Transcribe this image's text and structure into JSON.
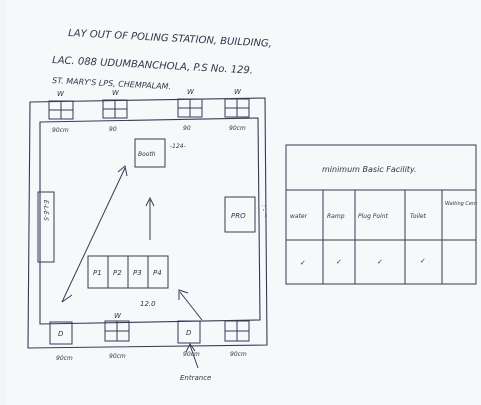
{
  "heading": {
    "line1": "LAY OUT OF POLING STATION, BUILDING,",
    "line2": "LAC. 088 UDUMBANCHOLA, P.S No. 129.",
    "line3": "ST. MARY'S LPS, CHEMPALAM."
  },
  "plan": {
    "windows_top": [
      "W",
      "W",
      "W",
      "W"
    ],
    "dims_top": [
      "90cm",
      "90",
      "90",
      "90cm"
    ],
    "box_label": "Booth",
    "box_mark": "-124-",
    "pro_label": "PRO",
    "polling_officers": [
      "P1",
      "P2",
      "P3",
      "P4"
    ],
    "side_label": "E-L-E-S",
    "bottom_dim": "12.0",
    "bottom_window": "W",
    "doors": [
      "D",
      "D"
    ],
    "dims_bottom": [
      "90cm",
      "90cm",
      "90cm",
      "90cm"
    ],
    "entrance_label": "Entrance"
  },
  "facility_table": {
    "title": "minimum Basic Facility.",
    "headers": [
      "water",
      "Ramp",
      "Plug Point",
      "Toilet",
      "Waiting Cent"
    ],
    "values": [
      "✓",
      "✓",
      "✓",
      "✓",
      ""
    ]
  }
}
